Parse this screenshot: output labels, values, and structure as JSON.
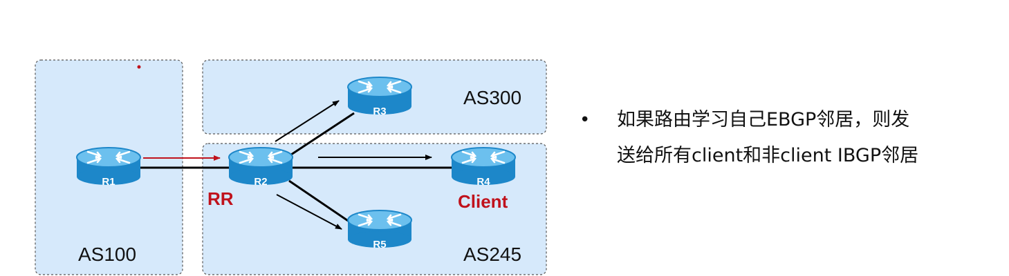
{
  "diagram": {
    "as_groups": [
      {
        "id": "as100",
        "label": "AS100"
      },
      {
        "id": "as300",
        "label": "AS300"
      },
      {
        "id": "as245",
        "label": "AS245"
      }
    ],
    "routers": [
      {
        "id": "r1",
        "label": "R1"
      },
      {
        "id": "r2",
        "label": "R2"
      },
      {
        "id": "r3",
        "label": "R3"
      },
      {
        "id": "r4",
        "label": "R4"
      },
      {
        "id": "r5",
        "label": "R5"
      }
    ],
    "roles": {
      "rr": "RR",
      "client": "Client"
    },
    "colors": {
      "as_fill": "#d6e9fb",
      "router_body": "#1d87c9",
      "router_top": "#6cc0ee",
      "role_text": "#c0121c"
    }
  },
  "bullet": {
    "symbol": "•",
    "lines": [
      "如果路由学习自己EBGP邻居，则发",
      "送给所有client和非client  IBGP邻居"
    ]
  }
}
